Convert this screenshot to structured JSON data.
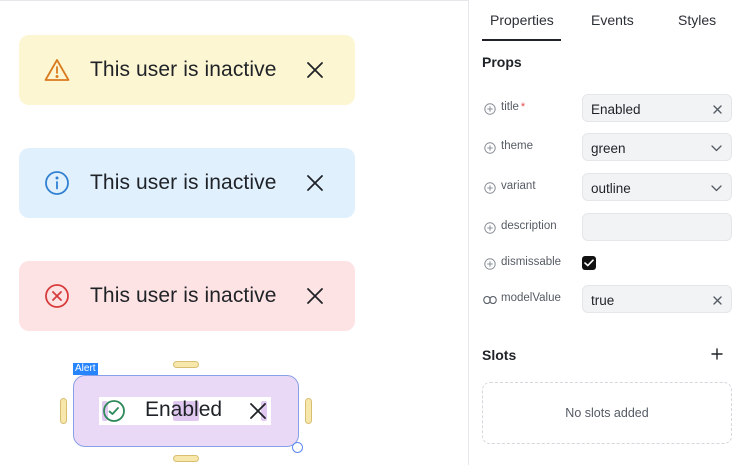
{
  "canvas": {
    "alerts": [
      {
        "text": "This user is inactive",
        "icon": "warning-icon",
        "bg": "#fdf6d2",
        "icon_color": "#d97b1f"
      },
      {
        "text": "This user is inactive",
        "icon": "info-icon",
        "bg": "#e1f0fd",
        "icon_color": "#2f80d1"
      },
      {
        "text": "This user is inactive",
        "icon": "error-icon",
        "bg": "#fde3e3",
        "icon_color": "#d83b3b"
      }
    ],
    "selected": {
      "label": "Alert",
      "text": "Enabled",
      "icon": "check-circle-icon",
      "bg": "#ead8f7",
      "icon_color": "#2e8a5a"
    }
  },
  "panel": {
    "tabs": [
      "Properties",
      "Events",
      "Styles"
    ],
    "active_tab": "Properties",
    "props_title": "Props",
    "props": {
      "title": {
        "label": "title",
        "required": "*",
        "value": "Enabled"
      },
      "theme": {
        "label": "theme",
        "value": "green"
      },
      "variant": {
        "label": "variant",
        "value": "outline"
      },
      "description": {
        "label": "description",
        "value": ""
      },
      "dismissable": {
        "label": "dismissable",
        "checked": true
      },
      "modelValue": {
        "label": "modelValue",
        "value": "true"
      }
    },
    "slots_title": "Slots",
    "slots_empty": "No slots added"
  }
}
